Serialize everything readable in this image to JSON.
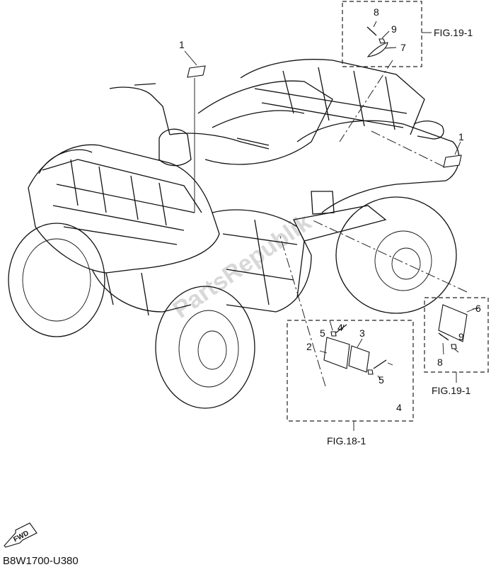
{
  "callouts": {
    "c1a": "1",
    "c1b": "1",
    "c2": "2",
    "c3": "3",
    "c4a": "4",
    "c4b": "4",
    "c5a": "5",
    "c5b": "5",
    "c6": "6",
    "c7": "7",
    "c8a": "8",
    "c8b": "8",
    "c9a": "9",
    "c9b": "9"
  },
  "figures": {
    "fig19_top": "FIG.19-1",
    "fig19_right": "FIG.19-1",
    "fig18": "FIG.18-1"
  },
  "fwd_label": "FWD",
  "diagram_code": "B8W1700-U380",
  "watermark": "PartsRepublik"
}
